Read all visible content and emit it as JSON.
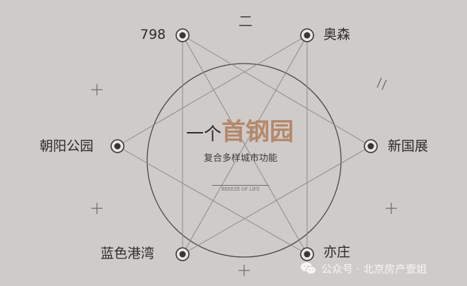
{
  "nodes": {
    "n798": "798",
    "aosen": "奥森",
    "chaoyang_park": "朝阳公园",
    "new_expo": "新国展",
    "lanse_gangwan": "蓝色港湾",
    "yizhuang": "亦庄"
  },
  "center": {
    "prefix": "一个",
    "highlight": "首钢园",
    "subtitle": "复合多样城市功能",
    "logo_text": "BREEZE OF LIFE"
  },
  "decorations": {
    "mark_two": "二"
  },
  "watermark": {
    "text": "公众号 · 北京房产壹姐"
  },
  "colors": {
    "background": "#cfcbc8",
    "line": "#8f8b88",
    "node_dot": "#3a3634",
    "accent": "#b4886a",
    "text": "#2e2b29"
  }
}
